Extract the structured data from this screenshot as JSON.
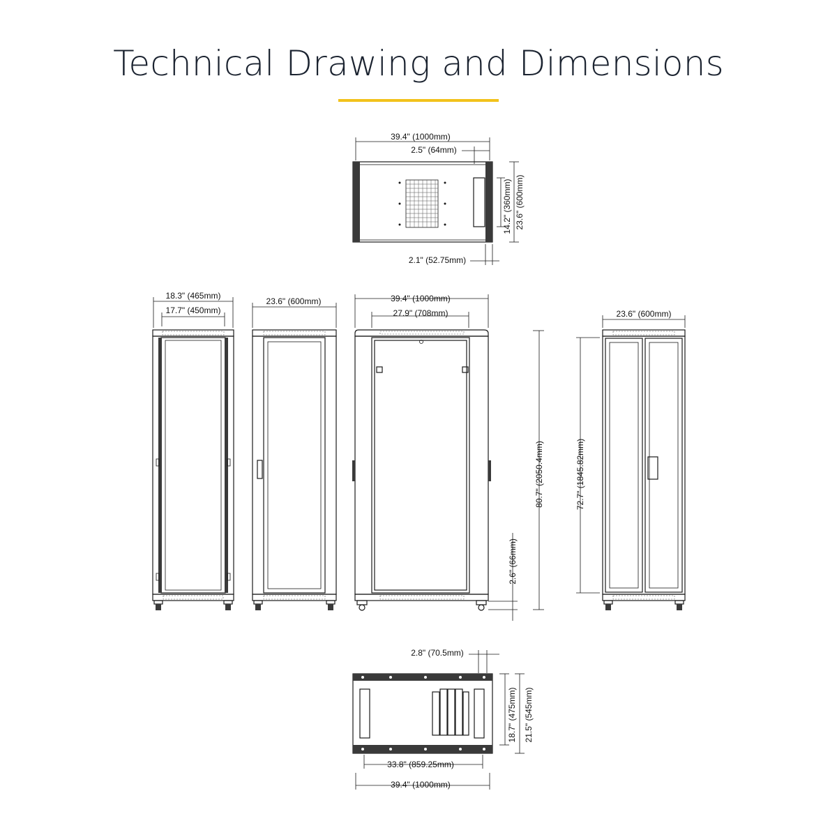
{
  "title": "Technical Drawing and Dimensions",
  "colors": {
    "accent": "#f2c21b",
    "line": "#1a1a1a",
    "title": "#1b2330"
  },
  "top_view": {
    "width": "39.4\" (1000mm)",
    "offset": "2.5\" (64mm)",
    "depth_inner": "14.2\" (360mm)",
    "depth_outer": "23.6\" (600mm)",
    "bottom_offset": "2.1\" (52.75mm)"
  },
  "side_view": {
    "outer_width": "18.3\" (465mm)",
    "inner_width": "17.7\" (450mm)"
  },
  "front_view": {
    "width": "23.6\" (600mm)"
  },
  "side_door_view": {
    "width": "39.4\" (1000mm)",
    "door_width": "27.9\" (708mm)",
    "height": "80.7\" (2050.4mm)",
    "caster_height": "2.6\" (66mm)"
  },
  "rear_view": {
    "width": "23.6\" (600mm)",
    "door_height": "72.7\" (1845.82mm)"
  },
  "bottom_view": {
    "offset": "2.8\" (70.5mm)",
    "depth_inner": "18.7\" (475mm)",
    "depth_outer": "21.5\" (545mm)",
    "inner_width": "33.8\" (859.25mm)",
    "width": "39.4\" (1000mm)"
  }
}
